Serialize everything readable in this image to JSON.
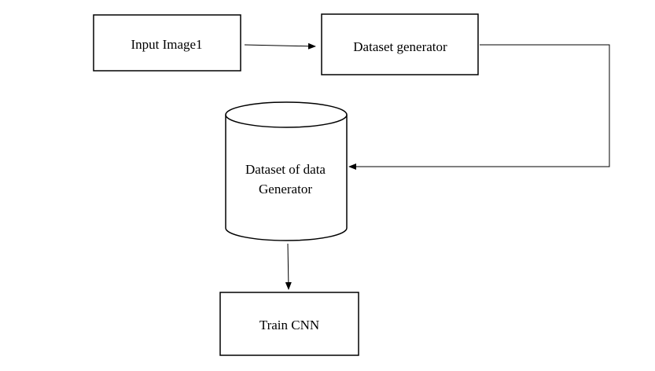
{
  "nodes": {
    "input_image": {
      "label": "Input Image1"
    },
    "dataset_generator": {
      "label": "Dataset generator"
    },
    "dataset_store": {
      "label_line1": "Dataset of data",
      "label_line2": "Generator"
    },
    "train_cnn": {
      "label": "Train CNN"
    }
  },
  "edges": [
    {
      "from": "input_image",
      "to": "dataset_generator"
    },
    {
      "from": "dataset_generator",
      "to": "dataset_store"
    },
    {
      "from": "dataset_store",
      "to": "train_cnn"
    }
  ],
  "colors": {
    "stroke": "#000000",
    "background": "#ffffff"
  }
}
